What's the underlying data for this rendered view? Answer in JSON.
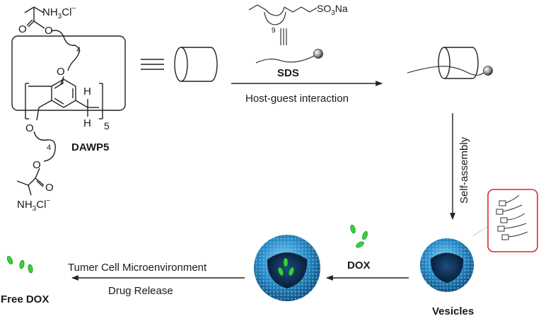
{
  "dawp5": {
    "name": "DAWP5",
    "top_group": {
      "nh3": "NH",
      "nh3_sub": "3",
      "cl": "Cl",
      "charge": "−",
      "o_carbonyl": "O",
      "o_ester": "O",
      "repeat": "4",
      "o_ether": "O"
    },
    "bottom_group": {
      "nh3": "NH",
      "nh3_sub": "3",
      "cl": "Cl",
      "charge": "−",
      "o_carbonyl": "O",
      "o_ester": "O",
      "repeat": "4",
      "o_ether": "O"
    },
    "h_top": "H",
    "h_bottom": "H",
    "units": "5"
  },
  "sds": {
    "name": "SDS",
    "repeat": "9",
    "head": "SO",
    "head_sub": "3",
    "head_tail": "Na"
  },
  "labels": {
    "host_guest": "Host-guest interaction",
    "self_assembly": "Self-assembly",
    "dox": "DOX",
    "vesicles": "Vesicles",
    "release_top": "Tumer Cell Microenvironment",
    "release_bottom": "Drug Release",
    "free_dox": "Free DOX"
  },
  "colors": {
    "vesicle_shell": "#1e7fb8",
    "vesicle_core": "#0f2f55",
    "dox_green": "#36d23a",
    "inset_border": "#d9282f"
  }
}
